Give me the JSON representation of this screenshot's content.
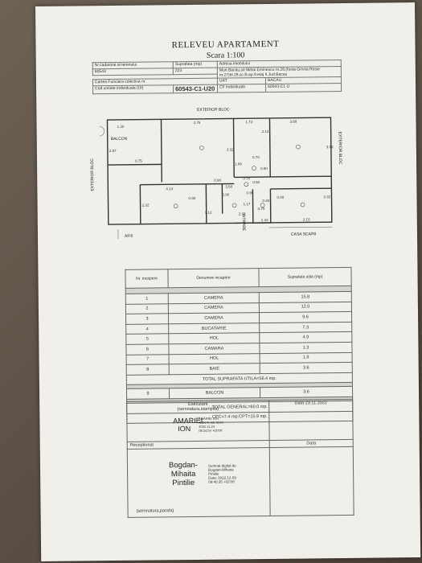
{
  "header": {
    "title": "RELEVEU APARTAMENT",
    "scale": "Scara 1:100"
  },
  "info": {
    "nr_cad_label": "Nr.cadastral al terenului",
    "nr_cad": "60543",
    "suprafata_label": "Suprafata (mp)",
    "suprafata": "223",
    "adresa_label": "Adresa imobilului",
    "adresa": "Mun.Bacau,str.Mihai Eminescu nr.28,(fosta Grivita Rosie nr.27)bl.28,sc.B,ap.9,etaj II,Jud.Bacau",
    "cf_colectiva_label": "Cartea Funciara colectiva nr.",
    "uat_label": "UAT",
    "uat": "BACAU",
    "cod_ui_label": "Cod unitate individuala (UI)",
    "cod_ui": "60543-C1-U20",
    "cf_ind_label": "CF individuala",
    "cf_ind": "60543-C1-U"
  },
  "plan": {
    "exterior_top": "EXTERIOR BLOC",
    "exterior_left": "EXTERIOR BLOC",
    "exterior_right": "EXTERIOR BLOC",
    "balcon": "BALCON",
    "ap": "AP.8",
    "casa_scarii": "CASA SCARII",
    "intrare": "INTRARE",
    "dims": [
      "1.30",
      "4.76",
      "1.73",
      "3.68",
      "2.97",
      "0.75",
      "3.32",
      "2.13",
      "1.06",
      "0.70",
      "0.90",
      "3.92",
      "4.14",
      "0.90",
      "0.78",
      "0.90",
      "3.68",
      "0.90",
      "0.80",
      "2.32",
      "2.32",
      "1.12",
      "0.90",
      "1.17",
      "0.70",
      "1.42",
      "3.15",
      "2.32",
      "0.80",
      "0.90"
    ],
    "room_marks": [
      "1",
      "2",
      "3",
      "4",
      "5",
      "6",
      "7",
      "8"
    ]
  },
  "rooms": {
    "h_nr": "Nr. incapere",
    "h_den": "Denumire incapere",
    "h_sup": "Suprafata utila (mp)",
    "rows": [
      {
        "nr": "1",
        "den": "CAMERA",
        "sup": "15.8"
      },
      {
        "nr": "2",
        "den": "CAMERA",
        "sup": "12.0"
      },
      {
        "nr": "3",
        "den": "CAMERA",
        "sup": "9.6"
      },
      {
        "nr": "4",
        "den": "BUCATARIE",
        "sup": "7.3"
      },
      {
        "nr": "5",
        "den": "HOL",
        "sup": "4.9"
      },
      {
        "nr": "6",
        "den": "CAMARA",
        "sup": "1.3"
      },
      {
        "nr": "7",
        "den": "HOL",
        "sup": "1.9"
      },
      {
        "nr": "8",
        "den": "BAIE",
        "sup": "3.6"
      }
    ],
    "total_util": "TOTAL SUPRAFATA UTILA=56.4 mp.",
    "balcon_nr": "9",
    "balcon_den": "BALCON",
    "balcon_sup": "3.6",
    "total_general": "TOTAL GENERAL=60.0 mp.",
    "cpc": "CPC=7.4 mp.CPT=15.9 mp."
  },
  "signatures": {
    "executant": "Executant",
    "executant_sub": "(semnatura,stampila)",
    "data_label": "Data",
    "data_val": "Data 23.11.2022",
    "exec_name": "AMARIEI ION",
    "exec_stamp": "AMARIEI ION\nOCN B, BC 5610\n2022.11.24\n08:34:54 +02'00'",
    "receptionat": "Receptionat",
    "recept_data": "Data",
    "recept_name": "Bogdan-Mihaita Pintilie",
    "recept_stamp": "Semnat digital de\nBogdan-Mihaita\nPintilie\nData: 2022.12.09\n09:40:35 +02'00'",
    "recept_sub": "(semnatura,parafa)"
  }
}
